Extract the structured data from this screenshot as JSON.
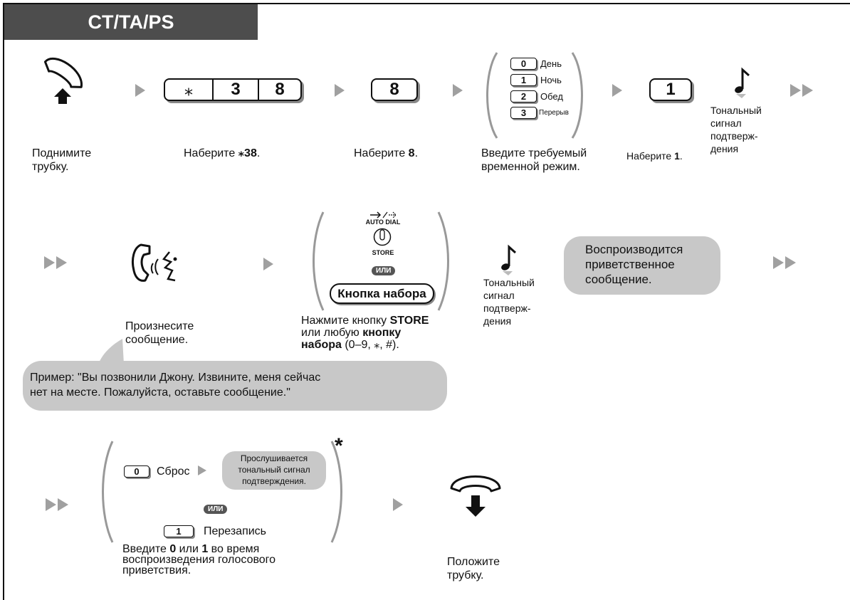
{
  "header": {
    "title": "CT/TA/PS"
  },
  "row1": {
    "lift_caption": [
      "Поднимите",
      "трубку."
    ],
    "dial_keys": [
      "⁎",
      "3",
      "8"
    ],
    "dial_caption_prefix": "Наберите ",
    "dial_caption_bold": "⁎38",
    "dial_caption_suffix": ".",
    "key8": "8",
    "key8_caption_prefix": "Наберите ",
    "key8_caption_bold": "8",
    "key8_caption_suffix": ".",
    "modes": [
      {
        "key": "0",
        "label": "День"
      },
      {
        "key": "1",
        "label": "Ночь"
      },
      {
        "key": "2",
        "label": "Обед"
      },
      {
        "key": "3",
        "label": "Перерыв"
      }
    ],
    "mode_caption": [
      "Введите требуемый",
      "временной режим."
    ],
    "key1": "1",
    "key1_caption_prefix": "Наберите ",
    "key1_caption_bold": "1",
    "key1_caption_suffix": ".",
    "tone_caption": [
      "Тональный",
      "сигнал",
      "подтверж-",
      "дения"
    ]
  },
  "row2": {
    "speak_caption": [
      "Произнесите",
      "сообщение."
    ],
    "auto_dial_label": "AUTO DIAL",
    "store_label": "STORE",
    "or_label": "ИЛИ",
    "dial_button_label": "Кнопка набора",
    "press_caption": {
      "line1_prefix": "Нажмите кнопку ",
      "line1_bold": "STORE",
      "line2_prefix": "или любую ",
      "line2_bold": "кнопку",
      "line3_bold": "набора",
      "line3_suffix": " (0–9, ⁎, #)."
    },
    "tone_caption": [
      "Тональный",
      "сигнал",
      "подтверж-",
      "дения"
    ],
    "greeting_bubble": [
      "Воспроизводится",
      "приветственное",
      "сообщение."
    ],
    "example_bubble": [
      "Пример: \"Вы позвонили Джону. Извините, меня сейчас",
      "нет на месте. Пожалуйста, оставьте сообщение.\""
    ]
  },
  "row3": {
    "key0": "0",
    "reset_label": "Сброс",
    "tone_bubble": [
      "Прослушивается",
      "тональный сигнал",
      "подтверждения."
    ],
    "or_label": "ИЛИ",
    "key1": "1",
    "rerecord_label": "Перезапись",
    "asterisk": "*",
    "enter_caption": {
      "line1_prefix": "Введите ",
      "bold0": "0",
      "mid": " или ",
      "bold1": "1",
      "line1_suffix": " во время",
      "line2": "воспроизведения голосового",
      "line3": "приветствия."
    },
    "hangup_caption": [
      "Положите",
      "трубку."
    ]
  }
}
